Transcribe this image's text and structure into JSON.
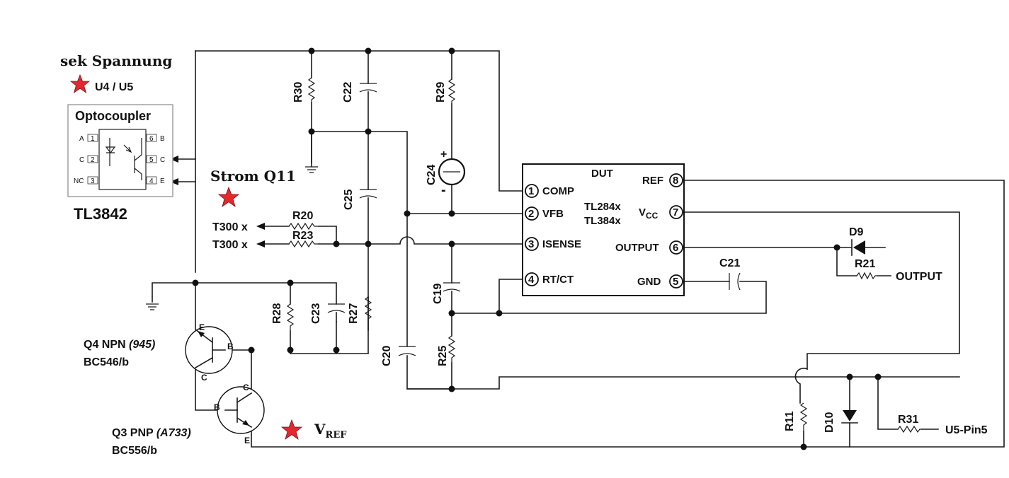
{
  "annotations": {
    "sek_spannung": "sek Spannung",
    "u4_u5": "U4 / U5",
    "optocoupler_title": "Optocoupler",
    "tl3842": "TL3842",
    "strom_q11": "Strom Q11",
    "vref_main": "V",
    "vref_sub": "REF",
    "q4_line1a": "Q4 NPN ",
    "q4_line1b": "(945)",
    "q4_line2": "BC546/b",
    "q3_line1a": "Q3 PNP ",
    "q3_line1b": "(A733)",
    "q3_line2": "BC556/b"
  },
  "optocoupler_pins": {
    "p1": "A",
    "n1": "1",
    "p2": "C",
    "n2": "2",
    "p3": "NC",
    "n3": "3",
    "p6": "B",
    "n6": "6",
    "p5": "C",
    "n5": "5",
    "p4": "E",
    "n4": "4"
  },
  "components": {
    "r30": "R30",
    "c22": "C22",
    "r29": "R29",
    "c24": "C24",
    "c25": "C25",
    "r20": "R20",
    "r23": "R23",
    "r28": "R28",
    "c23": "C23",
    "r27": "R27",
    "c19": "C19",
    "c20": "C20",
    "r25": "R25",
    "c21": "C21",
    "d9": "D9",
    "r21": "R21",
    "r11": "R11",
    "d10": "D10",
    "r31": "R31",
    "c24_plus": "+",
    "c24_minus": "-"
  },
  "connectors": {
    "t300_1": "T300 x",
    "t300_2": "T300 x",
    "output": "OUTPUT",
    "u5_pin5": "U5-Pin5"
  },
  "transistor_pins": {
    "q4_e": "E",
    "q4_b": "B",
    "q4_c": "C",
    "q3_c": "C",
    "q3_b": "B",
    "q3_e": "E"
  },
  "ic": {
    "dut": "DUT",
    "part1": "TL284x",
    "part2": "TL384x",
    "pins": {
      "n1": "1",
      "l1": "COMP",
      "n2": "2",
      "l2": "VFB",
      "n3": "3",
      "l3": "ISENSE",
      "n4": "4",
      "l4": "RT/CT",
      "n8": "8",
      "l8": "REF",
      "n7": "7",
      "l7_main": "V",
      "l7_sub": "CC",
      "n6": "6",
      "l6": "OUTPUT",
      "n5": "5",
      "l5": "GND"
    }
  },
  "colors": {
    "star": "#e3282e",
    "wire": "#1a1a1a"
  }
}
